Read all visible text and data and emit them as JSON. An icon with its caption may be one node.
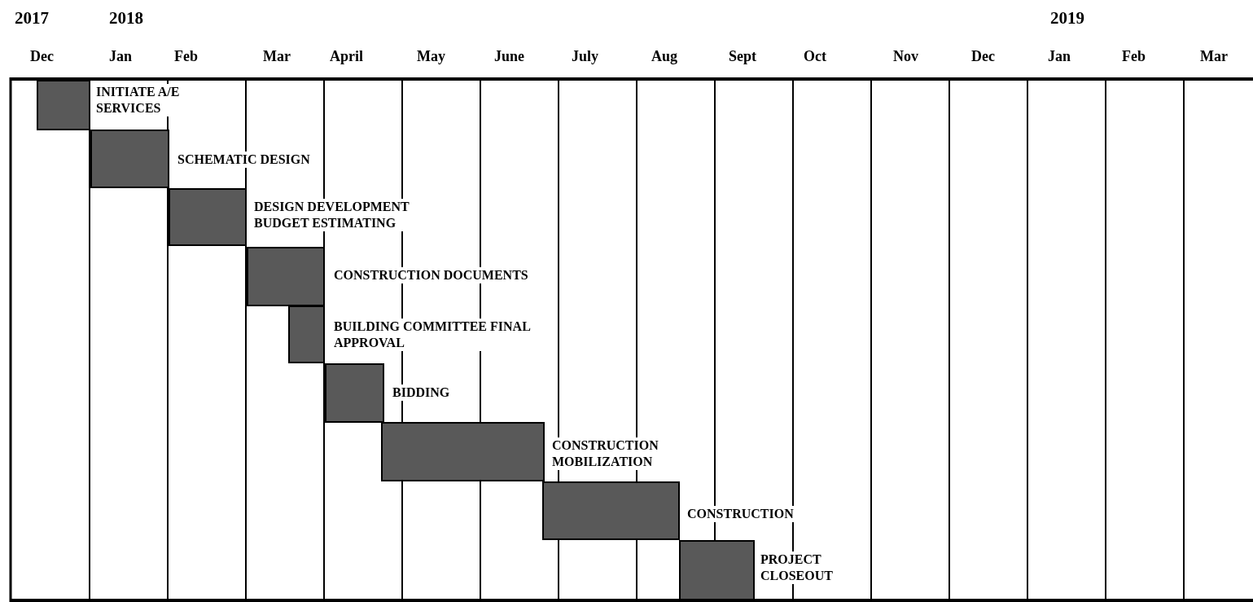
{
  "diagram": {
    "nodes": [
      {
        "text": [],
        "shape": "bar",
        "beside": [
          "INITIATE A/E SERVICES"
        ]
      },
      {
        "text": [],
        "shape": "bar",
        "beside": [
          "SCHEMATIC DESIGN"
        ]
      },
      {
        "text": [],
        "shape": "bar",
        "beside": [
          "DESIGN DEVELOPMENT BUDGET ESTIMATING"
        ]
      },
      {
        "text": [],
        "shape": "bar",
        "beside": [
          "CONSTRUCTION DOCUMENTS"
        ]
      },
      {
        "text": [],
        "shape": "bar",
        "beside": [
          "BUILDING COMMITTEE FINAL APPROVAL"
        ]
      },
      {
        "text": [],
        "shape": "bar",
        "beside": [
          "BIDDING"
        ]
      },
      {
        "text": [],
        "shape": "bar",
        "beside": [
          "CONSTRUCTION MOBILIZATION"
        ]
      },
      {
        "text": [],
        "shape": "bar",
        "beside": [
          "CONSTRUCTION"
        ]
      },
      {
        "text": [],
        "shape": "bar",
        "beside": [
          "PROJECT CLOSEOUT"
        ]
      }
    ],
    "labels": [
      "2017",
      "2018",
      "2019",
      "Dec",
      "Jan",
      "Feb",
      "Mar",
      "April",
      "May",
      "June",
      "July",
      "Aug",
      "Sept",
      "Oct",
      "Nov",
      "Dec",
      "Jan",
      "Feb",
      "Mar"
    ]
  }
}
